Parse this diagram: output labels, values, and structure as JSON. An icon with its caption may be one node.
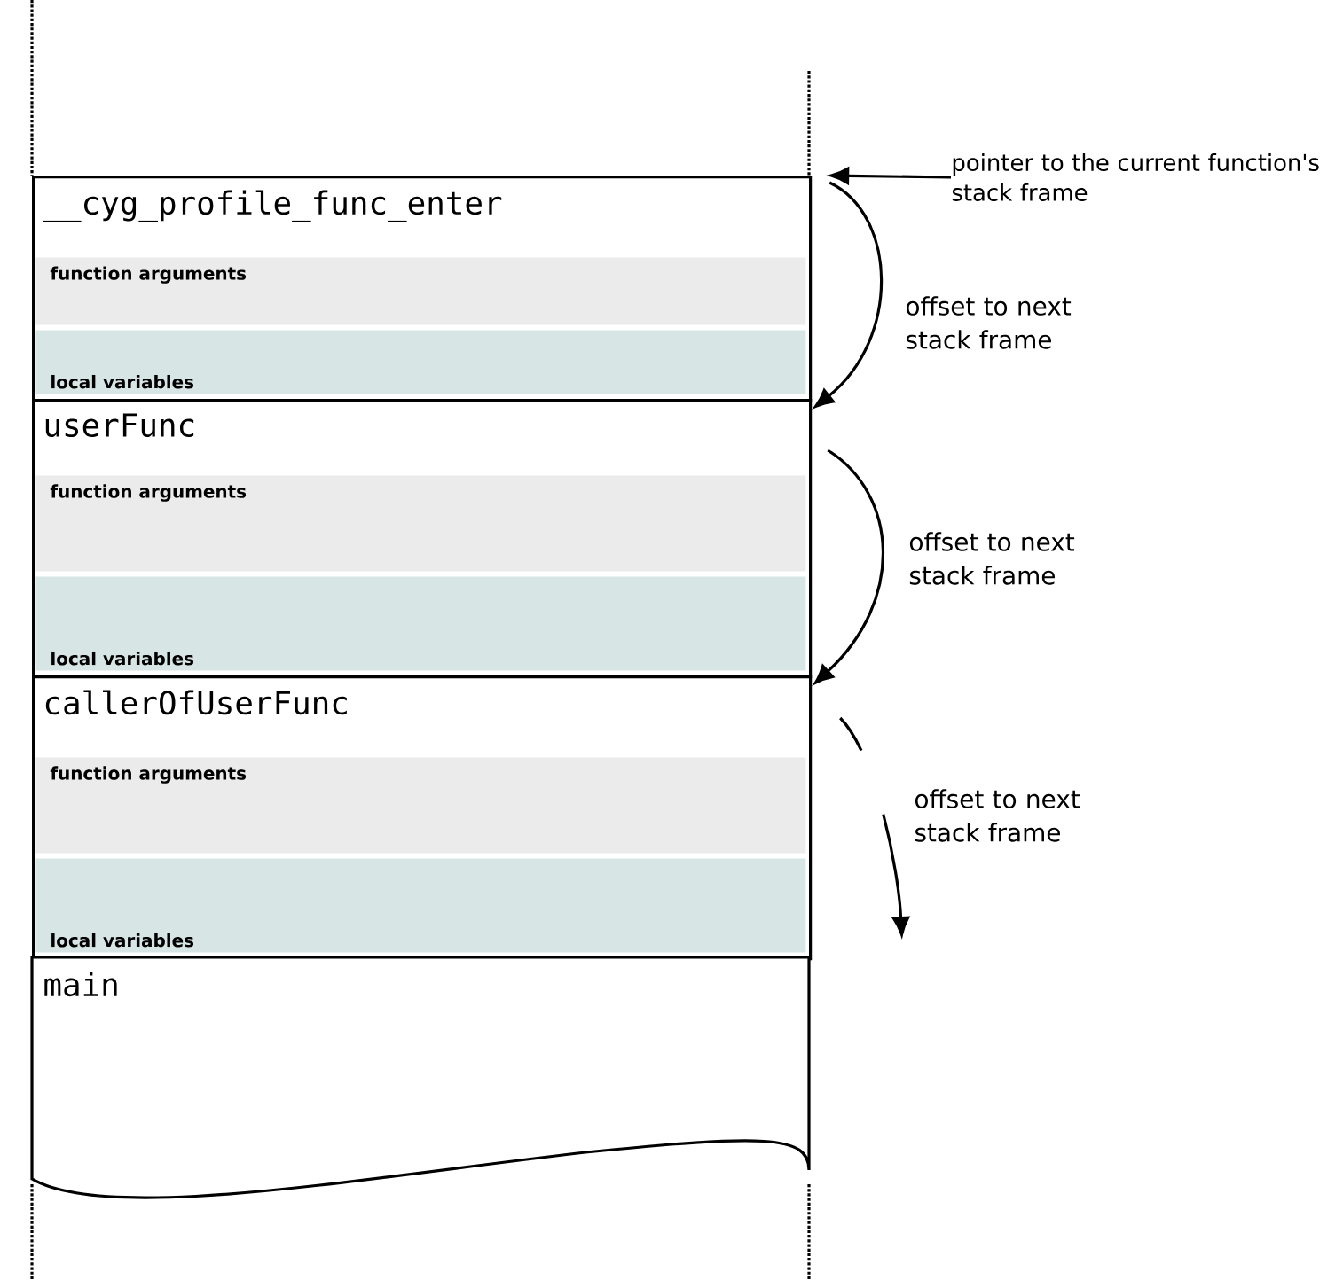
{
  "diagram": {
    "nodes": [
      {
        "text": [
          "__cyg_profile_func_enter"
        ]
      },
      {
        "text": [
          "function arguments"
        ],
        "in": 0
      },
      {
        "text": [
          "local variables"
        ],
        "in": 0
      },
      {
        "text": [
          "userFunc"
        ]
      },
      {
        "text": [
          "function arguments"
        ],
        "in": 3
      },
      {
        "text": [
          "local variables"
        ],
        "in": 3
      },
      {
        "text": [
          "callerOfUserFunc"
        ]
      },
      {
        "text": [
          "function arguments"
        ],
        "in": 6
      },
      {
        "text": [
          "local variables"
        ],
        "in": 6
      },
      {
        "text": [
          "main"
        ]
      },
      {
        "text": [
          "pointer to the current function's stack frame"
        ]
      }
    ],
    "edges": [
      {
        "from": 10,
        "to": 0,
        "arrow": "to"
      },
      {
        "from": 0,
        "to": 3,
        "arrow": "to",
        "label": "offset to next stack frame"
      },
      {
        "from": 3,
        "to": 6,
        "arrow": "to",
        "label": "offset to next stack frame"
      },
      {
        "from": 6,
        "to": 9,
        "arrow": "to",
        "label": "offset to next stack frame",
        "style": "dashed"
      }
    ]
  }
}
